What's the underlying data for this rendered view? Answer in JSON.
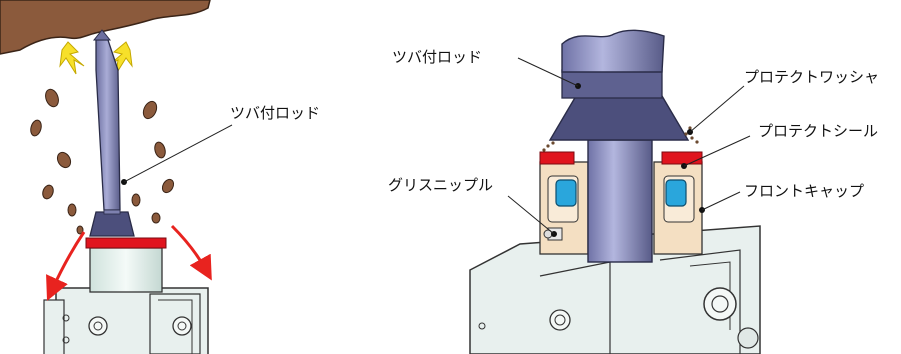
{
  "left_panel": {
    "labels": {
      "rod": "ツバ付ロッド"
    }
  },
  "right_panel": {
    "labels": {
      "rod": "ツバ付ロッド",
      "protect_washer": "プロテクトワッシャ",
      "protect_seal": "プロテクトシール",
      "grease_nipple": "グリスニップル",
      "front_cap": "フロントキャップ"
    }
  },
  "colors": {
    "rock": "#8b5a3c",
    "rod_body": "#8a8db8",
    "rod_shade": "#5c5f8a",
    "seal_red": "#e0141e",
    "seal_blue": "#2aa6dc",
    "cap_beige": "#f4dfc2",
    "body_green": "#e8f0ee",
    "arrow_red": "#e8231f",
    "spark_yellow": "#f7e02a"
  }
}
